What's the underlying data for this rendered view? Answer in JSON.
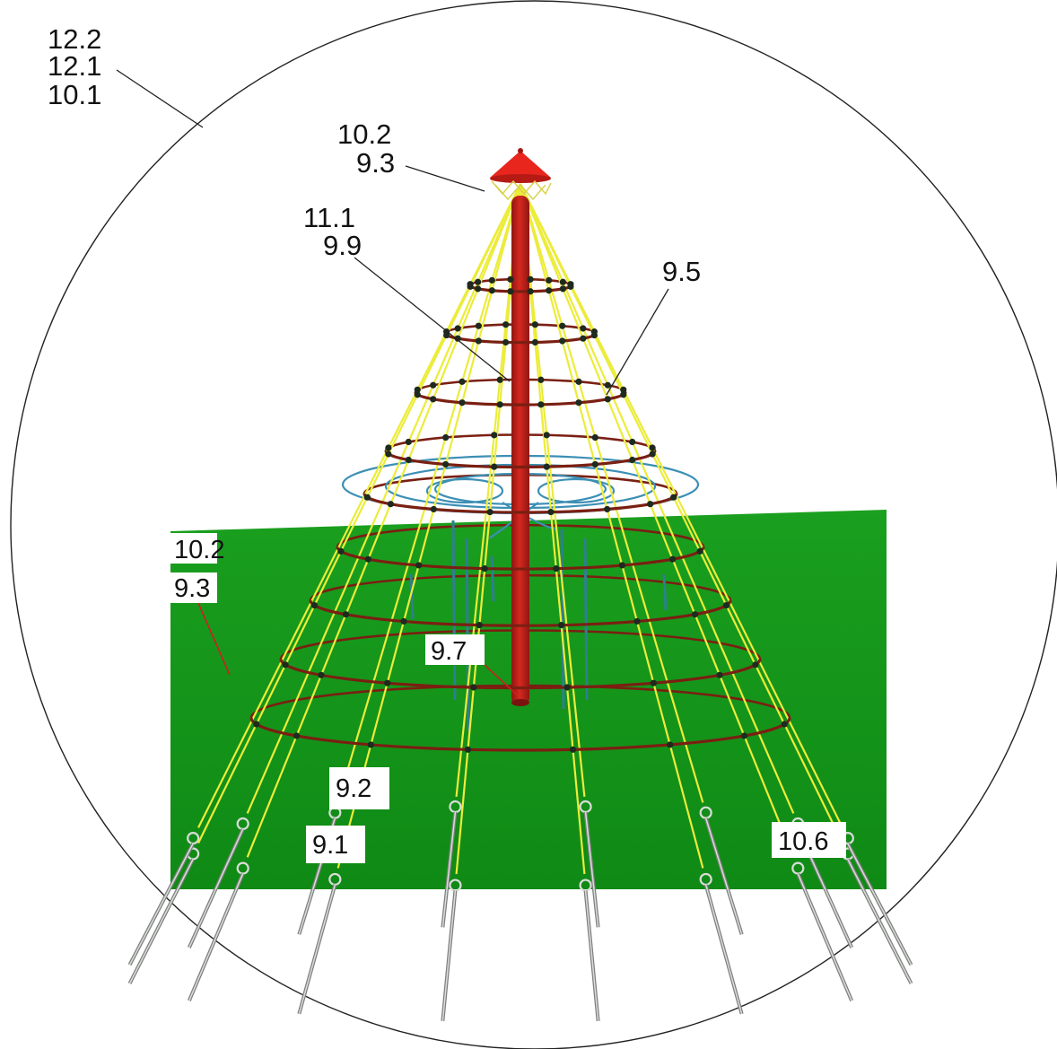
{
  "labels": {
    "top_left_1": "12.2",
    "top_left_2": "12.1",
    "top_left_3": "10.1",
    "apex_1": "10.2",
    "apex_2": "9.3",
    "mast_1": "11.1",
    "mast_2": "9.9",
    "net_right": "9.5",
    "anchor_left_1": "10.2",
    "anchor_left_2": "9.3",
    "mast_base": "9.7",
    "rope_lower": "9.2",
    "ground_anchor": "9.1",
    "ground_right": "10.6"
  },
  "colors": {
    "ground": "#139a19",
    "ground_dark": "#0d7f13",
    "mast": "#c8231d",
    "cap": "#e8261e",
    "ring": "#7a1f12",
    "rope_yellow": "#ecec3a",
    "net_blue": "#3c8fb5",
    "node": "#1e2a1e"
  }
}
